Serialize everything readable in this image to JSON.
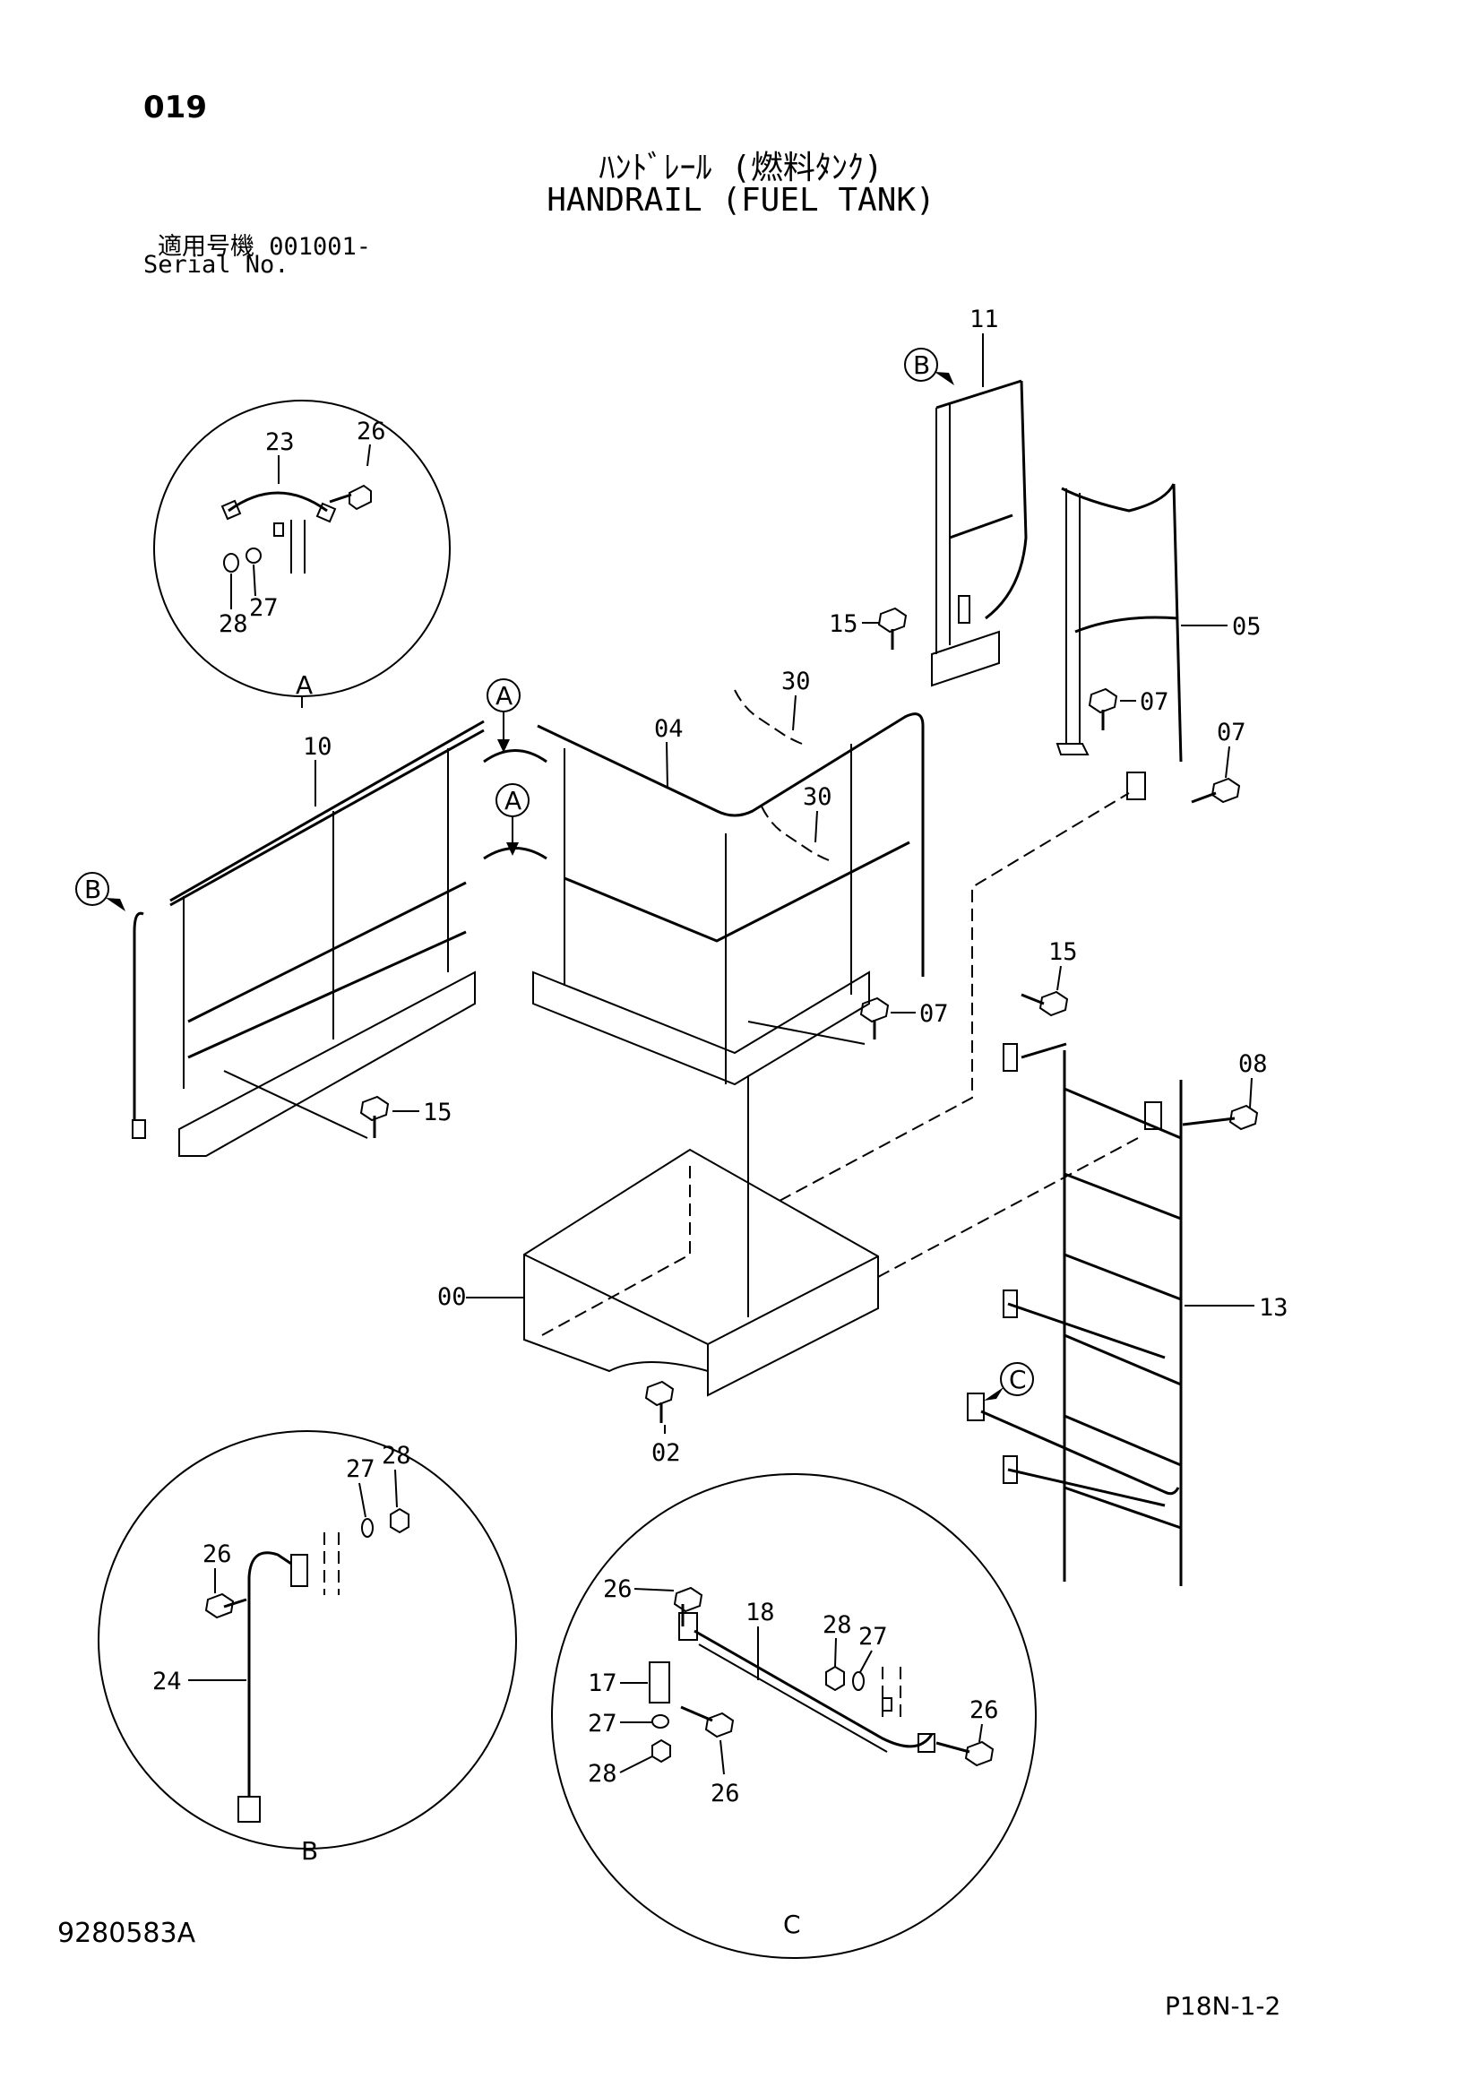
{
  "header": {
    "page_number": "019",
    "title_jp": "ﾊﾝﾄﾞﾚｰﾙ (燃料ﾀﾝｸ)",
    "title_en": "HANDRAIL (FUEL TANK)",
    "serial_jp": "適用号機  001001-",
    "serial_en": "Serial No."
  },
  "footer": {
    "doc_id": "9280583A",
    "page_code": "P18N-1-2"
  },
  "callouts": {
    "A": "A",
    "B": "B",
    "C": "C"
  },
  "detail_views": {
    "A": "A",
    "B": "B",
    "C": "C"
  },
  "parts": {
    "p00": "00",
    "p02": "02",
    "p04": "04",
    "p05": "05",
    "p07": "07",
    "p08": "08",
    "p10": "10",
    "p11": "11",
    "p13": "13",
    "p15": "15",
    "p17": "17",
    "p18": "18",
    "p23": "23",
    "p24": "24",
    "p26": "26",
    "p27": "27",
    "p28": "28",
    "p30": "30"
  }
}
